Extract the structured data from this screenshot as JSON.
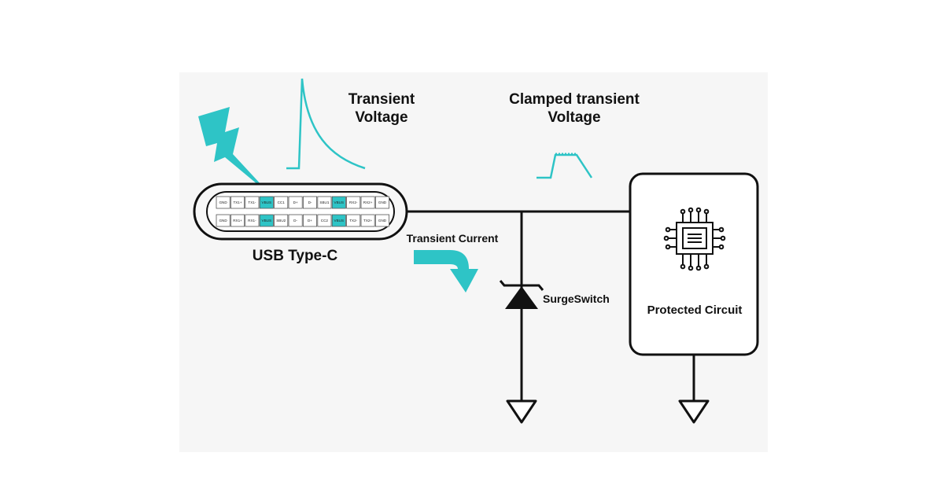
{
  "labels": {
    "transient_voltage": [
      "Transient",
      "Voltage"
    ],
    "clamped_voltage": [
      "Clamped transient",
      "Voltage"
    ],
    "usb": "USB Type-C",
    "transient_current": "Transient Current",
    "surgeswitch": "SurgeSwitch",
    "protected_circuit": "Protected Circuit"
  },
  "usb_pins": {
    "top_row": [
      "GND",
      "TX1+",
      "TX1-",
      "VBUS",
      "CC1",
      "D+",
      "D-",
      "SBU1",
      "VBUS",
      "RX2-",
      "RX2+",
      "GND"
    ],
    "bottom_row": [
      "GND",
      "RX1+",
      "RX1-",
      "VBUS",
      "SBU2",
      "D-",
      "D+",
      "CC2",
      "VBUS",
      "TX2-",
      "TX2+",
      "GND"
    ]
  },
  "colors": {
    "accent": "#2ec4c6",
    "line": "#111111",
    "vbus_pin": "#2ec4c6"
  },
  "icons": [
    "lightning-bolt-icon",
    "chip-icon",
    "ground-icon",
    "tvs-diode-icon",
    "curved-arrow-icon"
  ]
}
